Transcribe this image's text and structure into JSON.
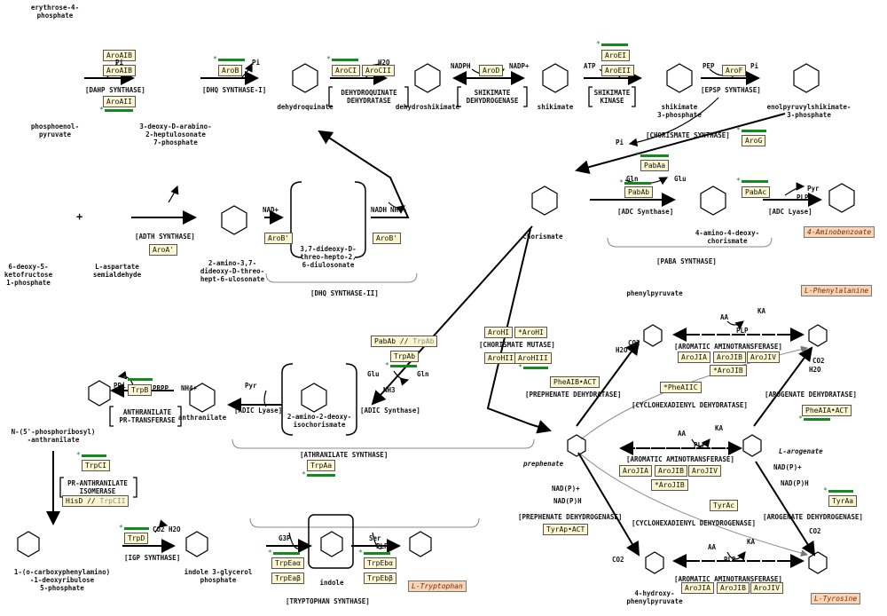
{
  "substrates": {
    "erythrose": "erythrose-4-\nphosphate",
    "pep": "phosphoenol-\npyruvate",
    "dahp": "3-deoxy-D-arabino-\n2-heptulosonate\n7-phosphate",
    "dehydroquinate": "dehydroquinate",
    "dehydroshikimate": "dehydroshikimate",
    "shikimate": "shikimate",
    "shikimate3p": "shikimate\n3-phosphate",
    "epsp": "enolpyruvylshikimate-\n3-phosphate",
    "chorismate": "chorismate",
    "adc": "4-amino-4-deoxy-\nchorismate",
    "aminobenzoate": "4-Aminobenzoate",
    "ketofructose": "6-deoxy-5-\nketofructose\n1-phosphate",
    "aspartate_sa": "L-aspartate\nsemialdehyde",
    "amino_dideoxy": "2-amino-3,7-\ndideoxy-D-threo-\nhept-6-ulosonate",
    "dideoxy": "3,7-dideoxy-D-\nthreo-hepto-2,\n6-diulosonate",
    "adic": "2-amino-2-deoxy-\nisochorismate",
    "anthranilate": "anthranilate",
    "pra": "N-(5'-phosphoribosyl)\n-anthranilate",
    "cdrp": "1-(o-carboxyphenylamino)\n-1-deoxyribulose\n5-phosphate",
    "igp": "indole 3-glycerol\nphosphate",
    "indole": "indole",
    "tryptophan": "L-Tryptophan",
    "phenylpyruvate": "phenylpyruvate",
    "phenylalanine": "L-Phenylalanine",
    "prephenate": "prephenate",
    "arogenate": "L-arogenate",
    "hpp": "4-hydroxy-\nphenylpyruvate",
    "tyrosine": "L-Tyrosine"
  },
  "enzymes": {
    "aroA_IB": "AroAIB",
    "aroA_IB2": "AroAIB",
    "aroA_II": "AroAII",
    "aroB": "AroB",
    "aroC_I": "AroCI",
    "aroC_II": "AroCII",
    "aroD": "AroD",
    "aroE_I": "AroEI",
    "aroE_II": "AroEII",
    "aroF": "AroF",
    "aroG": "AroG",
    "pabAa": "PabAa",
    "pabAb": "PabAb",
    "pabAc": "PabAc",
    "aroA_prime": "AroA'",
    "aroB_prime1": "AroB'",
    "aroB_prime2": "AroB'",
    "aroH_I": "AroHI",
    "aroH_star": "*AroHI",
    "aroH_II": "AroHII",
    "aroH_III": "AroHIII",
    "pabAb_trpAb_a": "PabAb //",
    "pabAb_trpAb_b": "TrpAb",
    "trpAb": "TrpAb",
    "trpB": "TrpB",
    "trpA_a": "TrpAa",
    "trpC_I": "TrpCI",
    "hisD_a": "HisD //",
    "hisD_b": "TrpCII",
    "trpD": "TrpD",
    "trpEa_a": "TrpEaα",
    "trpEa_b": "TrpEaβ",
    "trpEb_a": "TrpEbα",
    "trpEb_b": "TrpEbβ",
    "pheA_IB": "PheAIB•ACT",
    "pheA_IIC": "*PheAIIC",
    "aroJ_IA1": "AroJIA",
    "aroJ_IB1": "AroJIB",
    "aroJ_IV1": "AroJIV",
    "aroJ_star1": "*AroJIB",
    "pheA_IA": "PheAIA•ACT",
    "aroJ_IA2": "AroJIA",
    "aroJ_IB2": "AroJIB",
    "aroJ_IV2": "AroJIV",
    "aroJ_star2": "*AroJIB",
    "tyrA_c": "TyrAc",
    "tyrA_p": "TyrAp•ACT",
    "tyrA_a": "TyrAa",
    "aroJ_IA3": "AroJIA",
    "aroJ_IB3": "AroJIB",
    "aroJ_IV3": "AroJIV"
  },
  "reactions": {
    "dahp_synthase": "[DAHP SYNTHASE]",
    "dhq_synthase1": "[DHQ SYNTHASE-I]",
    "dehydroquinate_dehydratase": "DEHYDROQUINATE\nDEHYDRATASE",
    "shikimate_dh": "SHIKIMATE\nDEHYDROGENASE",
    "shikimate_kinase": "SHIKIMATE\nKINASE",
    "epsp_synthase": "[EPSP SYNTHASE]",
    "chorismate_synthase": "[CHORISMATE SYNTHASE]",
    "adc_synthase": "[ADC Synthase]",
    "adc_lyase": "[ADC Lyase]",
    "paba_synthase": "[PABA SYNTHASE]",
    "adth_synthase": "[ADTH SYNTHASE]",
    "dhq_synthase2": "[DHQ SYNTHASE-II]",
    "chorismate_mutase": "[CHORISMATE MUTASE]",
    "adic_synthase": "[ADIC Synthase]",
    "adic_lyase": "[ADIC Lyase]",
    "anthranilate_synthase": "[ATHRANILATE SYNTHASE]",
    "anthranilate_prt": "ANTHRANILATE\nPR-TRANSFERASE",
    "pra_isomerase": "PR-ANTHRANILATE\nISOMERASE",
    "igp_synthase": "[IGP SYNTHASE]",
    "tryptophan_synthase": "[TRYPTOPHAN SYNTHASE]",
    "prephenate_dehydratase": "[PREPHENATE DEHYDRATASE]",
    "aat1": "[AROMATIC AMINOTRANSFERASE]",
    "cyclohex_dehydratase": "[CYCLOHEXADIENYL DEHYDRATASE]",
    "arogenate_dehydratase": "[AROGENATE DEHYDRATASE]",
    "aat2": "[AROMATIC AMINOTRANSFERASE]",
    "prephenate_dh": "[PREPHENATE DEHYDROGENASE]",
    "cyclohex_dh": "[CYCLOHEXADIENYL DEHYDROGENASE]",
    "arogenate_dh": "[AROGENATE DEHYDROGENASE]",
    "aat3": "[AROMATIC AMINOTRANSFERASE]"
  },
  "cofactors": {
    "pi1": "Pi",
    "pi2": "Pi",
    "pi3": "Pi",
    "pi4": "Pi",
    "h2o1": "H2O",
    "nadph": "NADPH",
    "nadp": "NADP+",
    "atp": "ATP",
    "pep": "PEP",
    "gln1": "Gln",
    "glu1": "Glu",
    "pyr1": "Pyr",
    "plp1": "PLP",
    "nad1": "NAD+",
    "nadh": "NADH",
    "nh4": "NH4+",
    "nh4b": "NH4+",
    "pyr2": "Pyr",
    "glu2": "Glu",
    "gln2": "Gln",
    "nh3": "NH3",
    "pp": "PPi",
    "prpp": "PRPP",
    "co2a": "CO2",
    "h2oa": "H2O",
    "g3p": "G3P",
    "ser": "Ser",
    "plp2": "PLP",
    "h2o_b": "H2O",
    "co2_b": "CO2",
    "aa1": "AA",
    "ka1": "KA",
    "plp3": "PLP",
    "co2_c": "CO2",
    "h2o_c": "H2O",
    "aa2": "AA",
    "ka2": "KA",
    "plp4": "PLP",
    "nadp_a": "NAD(P)+",
    "nadph_a": "NAD(P)H",
    "nadp_b": "NAD(P)+",
    "nadph_b": "NAD(P)H",
    "co2_d": "CO2",
    "co2_e": "CO2",
    "aa3": "AA",
    "ka3": "KA",
    "plp5": "PLP",
    "plus": "+"
  },
  "colors": {
    "enzyme_fill": "#fbf6cf",
    "endproduct_fill": "#f9d5b7",
    "marker_green": "#138a1e"
  }
}
